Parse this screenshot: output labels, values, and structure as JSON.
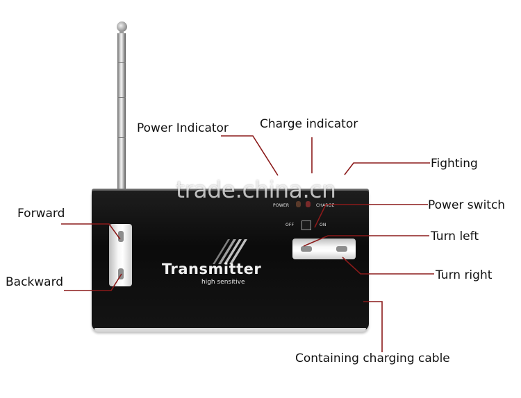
{
  "labels": {
    "power_indicator": "Power Indicator",
    "charge_indicator": "Charge indicator",
    "fighting": "Fighting",
    "power_switch": "Power switch",
    "forward": "Forward",
    "backward": "Backward",
    "turn_left": "Turn left",
    "turn_right": "Turn right",
    "charging_cable": "Containing charging cable"
  },
  "device": {
    "brand": "Transmitter",
    "subtitle": "high sensitive",
    "power_led_label": "POWER",
    "charge_led_label": "CHARGE",
    "switch_off": "OFF",
    "switch_on": "ON"
  },
  "watermark": "trade.china.cn",
  "colors": {
    "leader_line": "#8b1a1a",
    "device_body": "#0f0f0f",
    "label_text": "#111111"
  }
}
